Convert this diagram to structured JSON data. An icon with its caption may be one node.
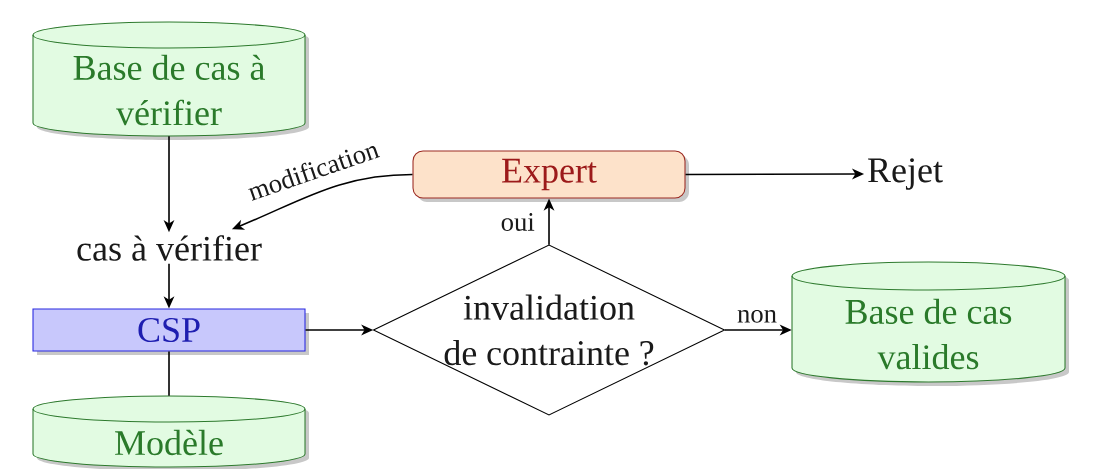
{
  "diagram": {
    "nodes": [
      {
        "text": [
          "Base de cas à vérifier"
        ]
      },
      {
        "text": [
          "Expert"
        ]
      },
      {
        "text": [
          "Rejet"
        ]
      },
      {
        "text": [
          "cas à vérifier"
        ]
      },
      {
        "text": [
          "CSP"
        ]
      },
      {
        "text": [
          "invalidation de contrainte ?"
        ]
      },
      {
        "text": [
          "Base de cas valides"
        ]
      },
      {
        "text": [
          "Modèle"
        ]
      }
    ],
    "edges": [
      {
        "from": 0,
        "to": 3,
        "arrow": "to"
      },
      {
        "from": 1,
        "to": 3,
        "arrow": "to",
        "label": "modification"
      },
      {
        "from": 1,
        "to": 2,
        "arrow": "to"
      },
      {
        "from": 3,
        "to": 4,
        "arrow": "to"
      },
      {
        "from": 4,
        "to": 5,
        "arrow": "to"
      },
      {
        "from": 5,
        "to": 1,
        "arrow": "to",
        "label": "oui"
      },
      {
        "from": 5,
        "to": 6,
        "arrow": "to",
        "label": "non"
      },
      {
        "from": 4,
        "to": 7,
        "arrow": "none"
      }
    ]
  }
}
